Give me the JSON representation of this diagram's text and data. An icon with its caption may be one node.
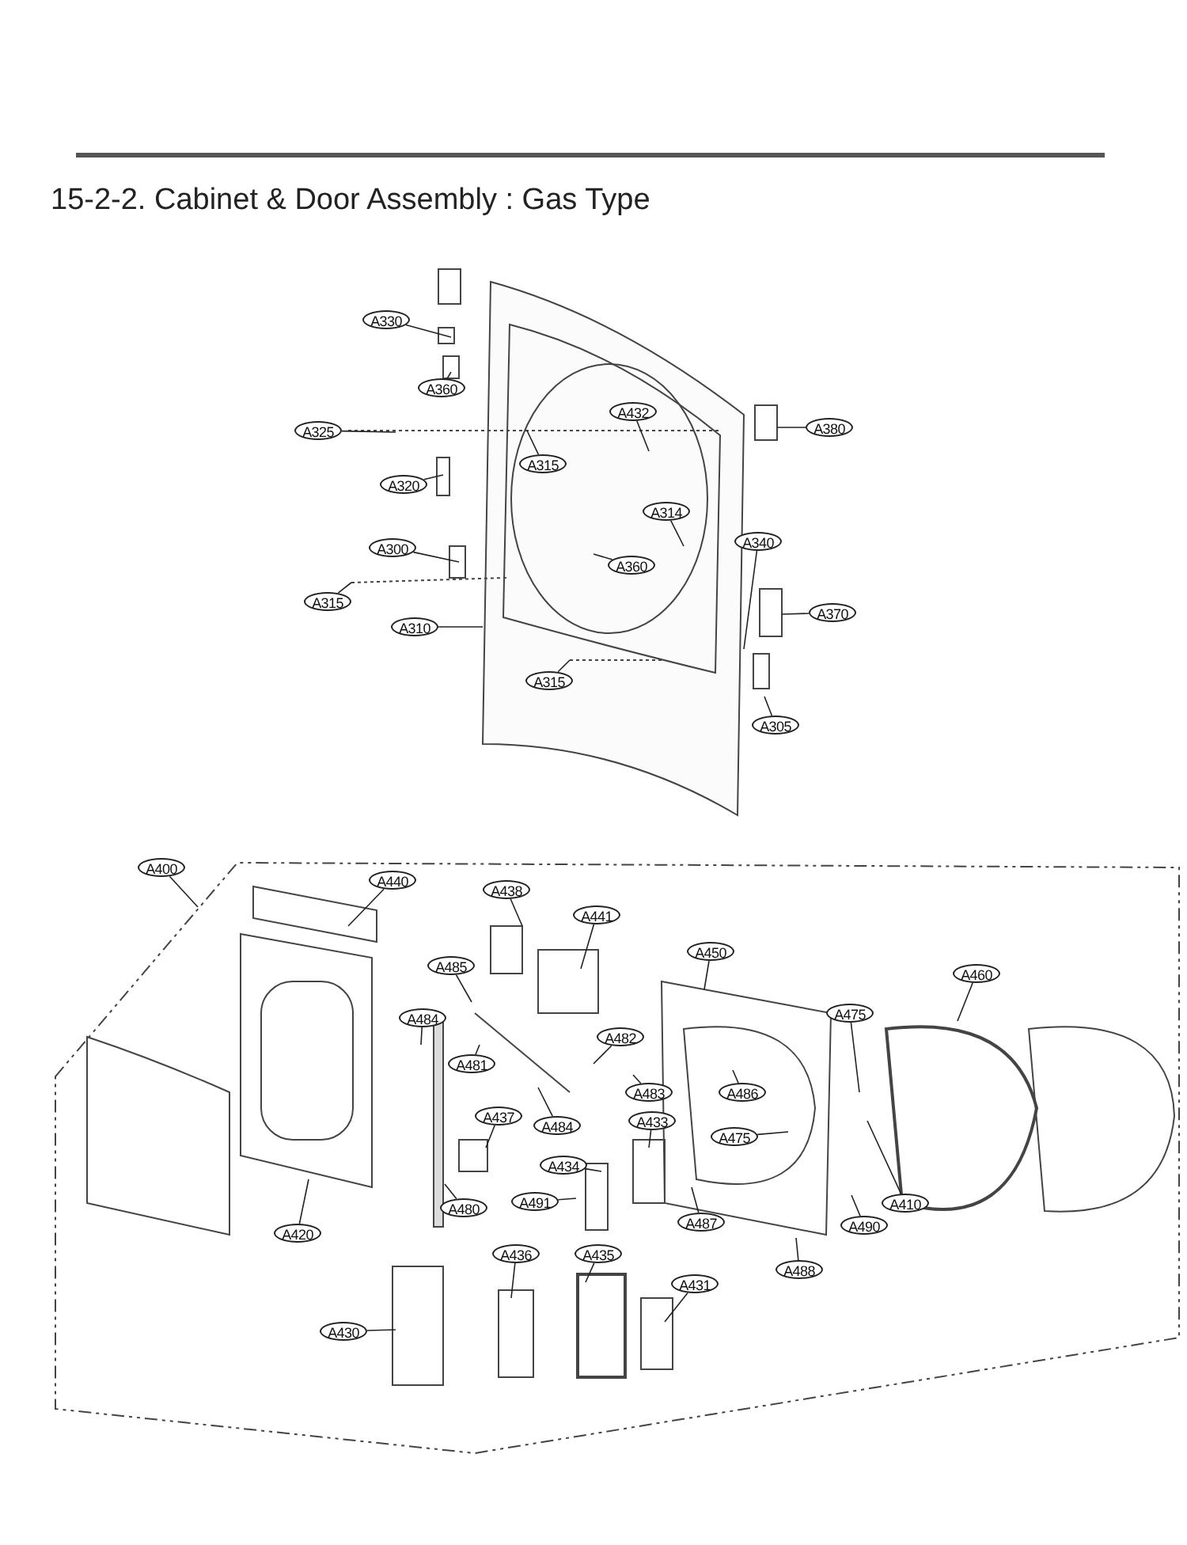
{
  "diagram": {
    "title": "15-2-2. Cabinet & Door Assembly : Gas Type",
    "nodes": [
      {
        "text": [
          "A330"
        ]
      },
      {
        "text": [
          "A360"
        ]
      },
      {
        "text": [
          "A432"
        ]
      },
      {
        "text": [
          "A325"
        ]
      },
      {
        "text": [
          "A380"
        ]
      },
      {
        "text": [
          "A315"
        ]
      },
      {
        "text": [
          "A320"
        ]
      },
      {
        "text": [
          "A314"
        ]
      },
      {
        "text": [
          "A340"
        ]
      },
      {
        "text": [
          "A300"
        ]
      },
      {
        "text": [
          "A360"
        ]
      },
      {
        "text": [
          "A315"
        ]
      },
      {
        "text": [
          "A370"
        ]
      },
      {
        "text": [
          "A310"
        ]
      },
      {
        "text": [
          "A315"
        ]
      },
      {
        "text": [
          "A305"
        ]
      },
      {
        "text": [
          "A400"
        ]
      },
      {
        "text": [
          "A440"
        ]
      },
      {
        "text": [
          "A438"
        ]
      },
      {
        "text": [
          "A441"
        ]
      },
      {
        "text": [
          "A450"
        ]
      },
      {
        "text": [
          "A485"
        ]
      },
      {
        "text": [
          "A460"
        ]
      },
      {
        "text": [
          "A475"
        ]
      },
      {
        "text": [
          "A484"
        ]
      },
      {
        "text": [
          "A482"
        ]
      },
      {
        "text": [
          "A481"
        ]
      },
      {
        "text": [
          "A486"
        ]
      },
      {
        "text": [
          "A483"
        ]
      },
      {
        "text": [
          "A437"
        ]
      },
      {
        "text": [
          "A484"
        ]
      },
      {
        "text": [
          "A433"
        ]
      },
      {
        "text": [
          "A475"
        ]
      },
      {
        "text": [
          "A434"
        ]
      },
      {
        "text": [
          "A491"
        ]
      },
      {
        "text": [
          "A410"
        ]
      },
      {
        "text": [
          "A490"
        ]
      },
      {
        "text": [
          "A487"
        ]
      },
      {
        "text": [
          "A420"
        ]
      },
      {
        "text": [
          "A480"
        ]
      },
      {
        "text": [
          "A436"
        ]
      },
      {
        "text": [
          "A435"
        ]
      },
      {
        "text": [
          "A488"
        ]
      },
      {
        "text": [
          "A431"
        ]
      },
      {
        "text": [
          "A430"
        ]
      }
    ],
    "edges": [
      {
        "from": 0,
        "to": null,
        "arrow": "none"
      },
      {
        "from": 1,
        "to": null,
        "arrow": "none"
      },
      {
        "from": 2,
        "to": null,
        "arrow": "none"
      },
      {
        "from": 3,
        "to": null,
        "arrow": "none"
      },
      {
        "from": 4,
        "to": null,
        "arrow": "none"
      },
      {
        "from": 5,
        "to": null,
        "arrow": "none"
      },
      {
        "from": 6,
        "to": null,
        "arrow": "none"
      },
      {
        "from": 7,
        "to": null,
        "arrow": "none"
      },
      {
        "from": 8,
        "to": null,
        "arrow": "none"
      },
      {
        "from": 9,
        "to": null,
        "arrow": "none"
      },
      {
        "from": 10,
        "to": null,
        "arrow": "none"
      },
      {
        "from": 11,
        "to": null,
        "arrow": "none"
      },
      {
        "from": 12,
        "to": null,
        "arrow": "none"
      },
      {
        "from": 13,
        "to": null,
        "arrow": "none"
      },
      {
        "from": 14,
        "to": null,
        "arrow": "none"
      },
      {
        "from": 15,
        "to": null,
        "arrow": "none"
      },
      {
        "from": 16,
        "to": null,
        "arrow": "none"
      },
      {
        "from": 17,
        "to": null,
        "arrow": "none"
      },
      {
        "from": 18,
        "to": null,
        "arrow": "none"
      },
      {
        "from": 19,
        "to": null,
        "arrow": "none"
      },
      {
        "from": 20,
        "to": null,
        "arrow": "none"
      },
      {
        "from": 21,
        "to": null,
        "arrow": "none"
      },
      {
        "from": 22,
        "to": null,
        "arrow": "none"
      },
      {
        "from": 23,
        "to": null,
        "arrow": "none"
      },
      {
        "from": 24,
        "to": null,
        "arrow": "none"
      },
      {
        "from": 25,
        "to": null,
        "arrow": "none"
      },
      {
        "from": 26,
        "to": null,
        "arrow": "none"
      },
      {
        "from": 27,
        "to": null,
        "arrow": "none"
      },
      {
        "from": 28,
        "to": null,
        "arrow": "none"
      },
      {
        "from": 29,
        "to": null,
        "arrow": "none"
      },
      {
        "from": 30,
        "to": null,
        "arrow": "none"
      },
      {
        "from": 31,
        "to": null,
        "arrow": "none"
      },
      {
        "from": 32,
        "to": null,
        "arrow": "none"
      },
      {
        "from": 33,
        "to": null,
        "arrow": "none"
      },
      {
        "from": 34,
        "to": null,
        "arrow": "none"
      },
      {
        "from": 35,
        "to": null,
        "arrow": "none"
      },
      {
        "from": 36,
        "to": null,
        "arrow": "none"
      },
      {
        "from": 37,
        "to": null,
        "arrow": "none"
      },
      {
        "from": 38,
        "to": null,
        "arrow": "none"
      },
      {
        "from": 39,
        "to": null,
        "arrow": "none"
      },
      {
        "from": 40,
        "to": null,
        "arrow": "none"
      },
      {
        "from": 41,
        "to": null,
        "arrow": "none"
      },
      {
        "from": 42,
        "to": null,
        "arrow": "none"
      },
      {
        "from": 43,
        "to": null,
        "arrow": "none"
      },
      {
        "from": 44,
        "to": null,
        "arrow": "none"
      }
    ]
  }
}
